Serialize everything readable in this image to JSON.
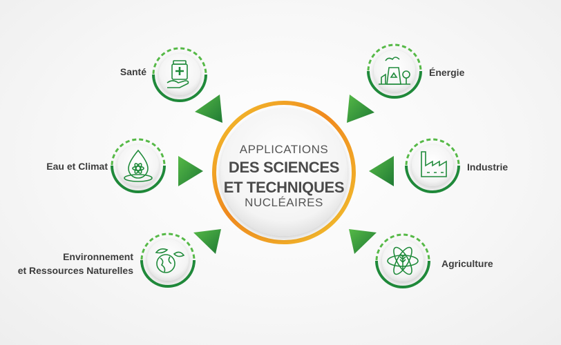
{
  "center": {
    "line1": "APPLICATIONS",
    "line2": "DES SCIENCES",
    "line3": "ET TECHNIQUES",
    "line4": "NUCLÉAIRES"
  },
  "nodes": [
    {
      "id": "sante",
      "label": "Santé",
      "icon": "medicine-bottle-hand-icon"
    },
    {
      "id": "eau-climat",
      "label": "Eau et Climat",
      "icon": "water-drop-atom-icon"
    },
    {
      "id": "environnement",
      "label_line1": "Environnement",
      "label_line2": "et Ressources Naturelles",
      "icon": "globe-leaves-icon"
    },
    {
      "id": "energie",
      "label": "Énergie",
      "icon": "power-plant-icon"
    },
    {
      "id": "industrie",
      "label": "Industrie",
      "icon": "factory-icon"
    },
    {
      "id": "agriculture",
      "label": "Agriculture",
      "icon": "wheat-atom-icon"
    }
  ],
  "colors": {
    "green_dark": "#1f8a3a",
    "green_light": "#56b947",
    "ring_orange": "#f08a1e",
    "ring_yellow": "#f2c12e",
    "text": "#3c3c3c"
  }
}
